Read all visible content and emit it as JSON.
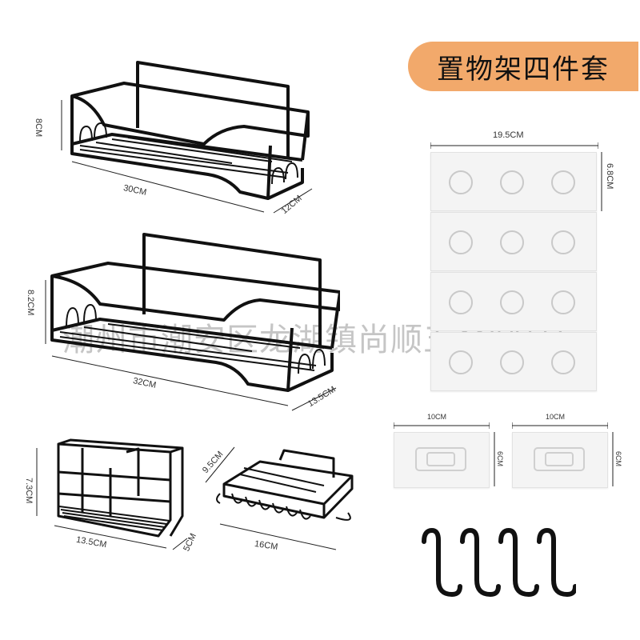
{
  "title": "置物架四件套",
  "watermark": "潮州市潮安区龙湖镇尚顺五金制品厂",
  "colors": {
    "accent": "#f2a96b",
    "wire": "#111111",
    "pad": "#f4f4f4"
  },
  "rack_large": {
    "width": "30CM",
    "height": "8CM",
    "depth": "12CM"
  },
  "rack_xlarge": {
    "width": "32CM",
    "height": "8.2CM",
    "depth": "13.5CM"
  },
  "holder": {
    "width": "13.5CM",
    "height": "7.3CM",
    "depth": "5CM"
  },
  "soap_dish": {
    "width": "16CM",
    "depth": "9.5CM"
  },
  "adhesive_large": {
    "width": "19.5CM",
    "height": "6.8CM"
  },
  "adhesive_small_left": {
    "width": "10CM",
    "height": "6CM"
  },
  "adhesive_small_right": {
    "width": "10CM",
    "height": "6CM"
  },
  "hooks": {
    "count": 4,
    "icon": "s-hook-icon"
  }
}
